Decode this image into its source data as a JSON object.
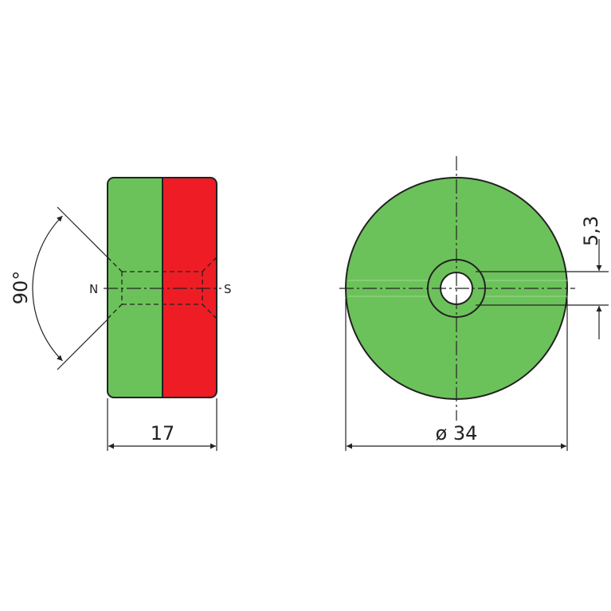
{
  "colors": {
    "north": "#6cc25a",
    "south": "#ee1c24",
    "outline": "#222222",
    "background": "#ffffff"
  },
  "labels": {
    "north_pole": "N",
    "south_pole": "S",
    "angle": "90°",
    "width": "17",
    "diameter": "ø 34",
    "hole": "5,3"
  }
}
